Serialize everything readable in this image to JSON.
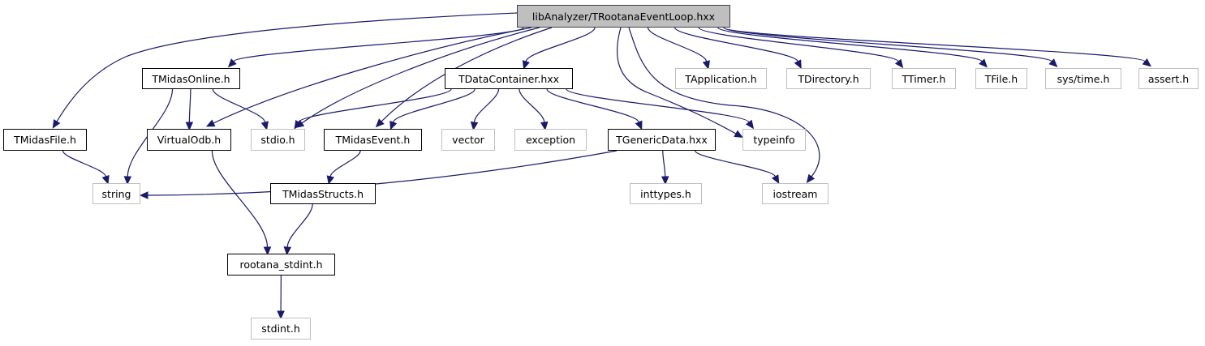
{
  "graph": {
    "edge_color": "#191970",
    "nodes": [
      {
        "id": "main",
        "label": "libAnalyzer/TRootanaEventLoop.hxx",
        "kind": "root"
      },
      {
        "id": "TMidasOnline",
        "label": "TMidasOnline.h",
        "kind": "linked"
      },
      {
        "id": "TDataContainer",
        "label": "TDataContainer.hxx",
        "kind": "linked"
      },
      {
        "id": "TApplication",
        "label": "TApplication.h",
        "kind": "ext"
      },
      {
        "id": "TDirectory",
        "label": "TDirectory.h",
        "kind": "ext"
      },
      {
        "id": "TTimer",
        "label": "TTimer.h",
        "kind": "ext"
      },
      {
        "id": "TFile",
        "label": "TFile.h",
        "kind": "ext"
      },
      {
        "id": "systime",
        "label": "sys/time.h",
        "kind": "ext"
      },
      {
        "id": "assert",
        "label": "assert.h",
        "kind": "ext"
      },
      {
        "id": "TMidasFile",
        "label": "TMidasFile.h",
        "kind": "linked"
      },
      {
        "id": "VirtualOdb",
        "label": "VirtualOdb.h",
        "kind": "linked"
      },
      {
        "id": "stdio",
        "label": "stdio.h",
        "kind": "ext"
      },
      {
        "id": "TMidasEvent",
        "label": "TMidasEvent.h",
        "kind": "linked"
      },
      {
        "id": "vector",
        "label": "vector",
        "kind": "ext"
      },
      {
        "id": "exception",
        "label": "exception",
        "kind": "ext"
      },
      {
        "id": "TGenericData",
        "label": "TGenericData.hxx",
        "kind": "linked"
      },
      {
        "id": "typeinfo",
        "label": "typeinfo",
        "kind": "ext"
      },
      {
        "id": "string",
        "label": "string",
        "kind": "ext"
      },
      {
        "id": "TMidasStructs",
        "label": "TMidasStructs.h",
        "kind": "linked"
      },
      {
        "id": "inttypes",
        "label": "inttypes.h",
        "kind": "ext"
      },
      {
        "id": "iostream",
        "label": "iostream",
        "kind": "ext"
      },
      {
        "id": "rootana_stdint",
        "label": "rootana_stdint.h",
        "kind": "linked"
      },
      {
        "id": "stdint",
        "label": "stdint.h",
        "kind": "ext"
      }
    ],
    "edges": [
      [
        "main",
        "TMidasFile"
      ],
      [
        "main",
        "TMidasOnline"
      ],
      [
        "main",
        "VirtualOdb"
      ],
      [
        "main",
        "stdio"
      ],
      [
        "main",
        "TMidasEvent"
      ],
      [
        "main",
        "TDataContainer"
      ],
      [
        "main",
        "typeinfo"
      ],
      [
        "main",
        "iostream"
      ],
      [
        "main",
        "TApplication"
      ],
      [
        "main",
        "TDirectory"
      ],
      [
        "main",
        "TTimer"
      ],
      [
        "main",
        "TFile"
      ],
      [
        "main",
        "systime"
      ],
      [
        "main",
        "assert"
      ],
      [
        "TMidasOnline",
        "string"
      ],
      [
        "TMidasOnline",
        "VirtualOdb"
      ],
      [
        "TMidasOnline",
        "stdio"
      ],
      [
        "TDataContainer",
        "stdio"
      ],
      [
        "TDataContainer",
        "TMidasEvent"
      ],
      [
        "TDataContainer",
        "vector"
      ],
      [
        "TDataContainer",
        "exception"
      ],
      [
        "TDataContainer",
        "TGenericData"
      ],
      [
        "TDataContainer",
        "typeinfo"
      ],
      [
        "TMidasFile",
        "string"
      ],
      [
        "VirtualOdb",
        "rootana_stdint"
      ],
      [
        "TMidasEvent",
        "TMidasStructs"
      ],
      [
        "TMidasStructs",
        "rootana_stdint"
      ],
      [
        "rootana_stdint",
        "stdint"
      ],
      [
        "TGenericData",
        "string"
      ],
      [
        "TGenericData",
        "inttypes"
      ],
      [
        "TGenericData",
        "iostream"
      ]
    ]
  }
}
